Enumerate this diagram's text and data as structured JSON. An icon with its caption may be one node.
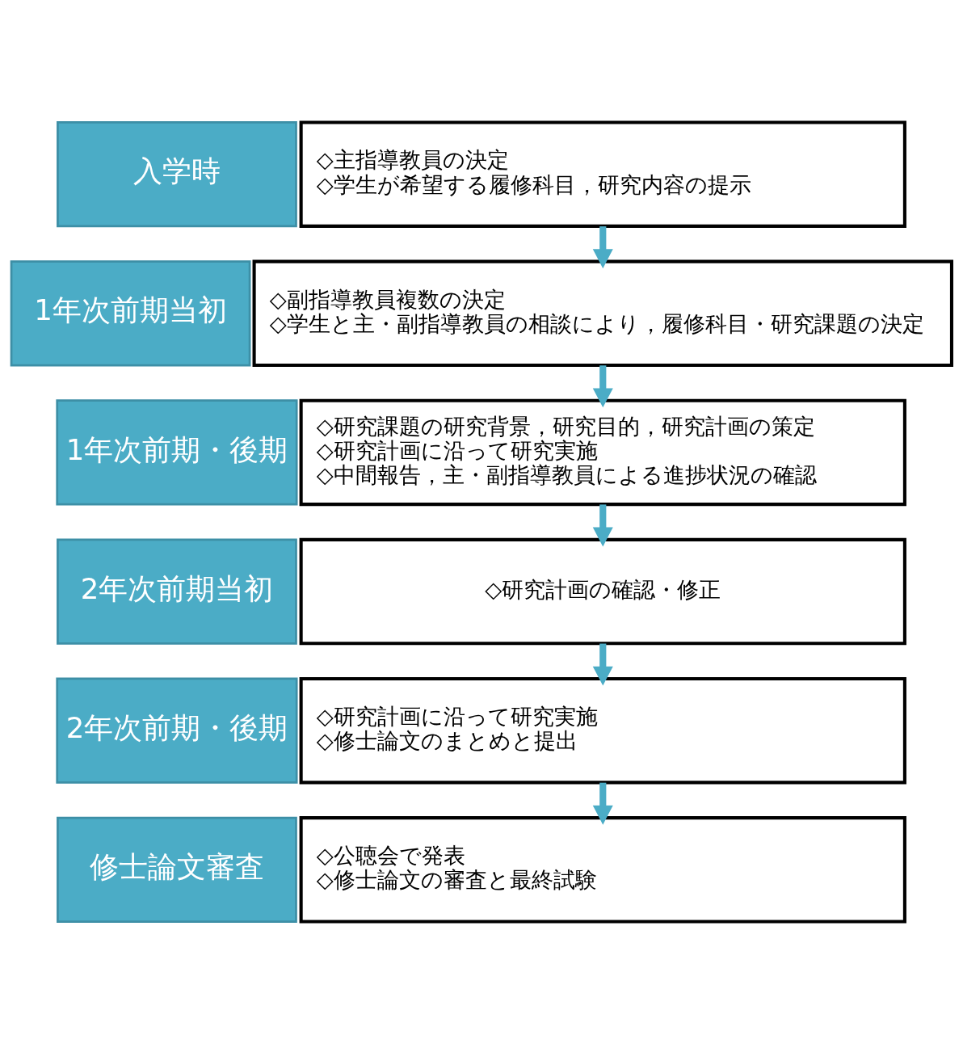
{
  "diagram": {
    "nodes": [
      {
        "text": [
          "◇主指導教員の決定",
          "◇学生が希望する履修科目，研究内容の提示"
        ]
      },
      {
        "text": [
          "入学時"
        ]
      },
      {
        "text": [
          "◇副指導教員複数の決定",
          "◇学生と主・副指導教員の相談により，履修科目・研究課題の決定"
        ]
      },
      {
        "text": [
          "1年次前期当初"
        ]
      },
      {
        "text": [
          "◇研究課題の研究背景，研究目的，研究計画の策定",
          "◇研究計画に沿って研究実施",
          "◇中間報告，主・副指導教員による進捗状況の確認"
        ]
      },
      {
        "text": [
          "1年次前期・後期"
        ]
      },
      {
        "text": [
          "◇研究計画の確認・修正"
        ]
      },
      {
        "text": [
          "2年次前期当初"
        ]
      },
      {
        "text": [
          "◇研究計画に沿って研究実施",
          "◇修士論文のまとめと提出"
        ]
      },
      {
        "text": [
          "2年次前期・後期"
        ]
      },
      {
        "text": [
          "◇公聴会で発表",
          "◇修士論文の審査と最終試験"
        ]
      },
      {
        "text": [
          "修士論文審査"
        ]
      }
    ],
    "edges": [
      {
        "from": 0,
        "to": 2,
        "arrow": "to"
      },
      {
        "from": 2,
        "to": 4,
        "arrow": "to"
      },
      {
        "from": 4,
        "to": 6,
        "arrow": "to"
      },
      {
        "from": 6,
        "to": 8,
        "arrow": "to"
      },
      {
        "from": 8,
        "to": 10,
        "arrow": "to"
      }
    ]
  }
}
